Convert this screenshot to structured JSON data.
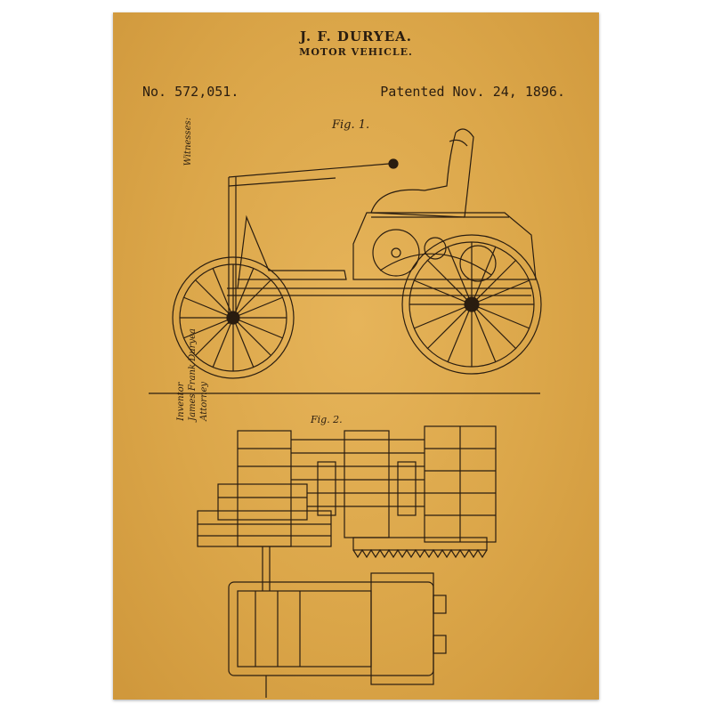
{
  "patent": {
    "inventor": "J. F. DURYEA.",
    "title": "MOTOR VEHICLE.",
    "number": "No. 572,051.",
    "date": "Patented Nov. 24, 1896.",
    "fig1_label": "Fig. 1.",
    "fig2_label": "Fig. 2.",
    "witnesses_label": "Witnesses:",
    "inventor_label": "Inventor",
    "inventor_signature": "James Frank Duryea",
    "attorney_label": "Attorney"
  },
  "colors": {
    "paper": "#dba649",
    "ink": "#2a1d10"
  }
}
